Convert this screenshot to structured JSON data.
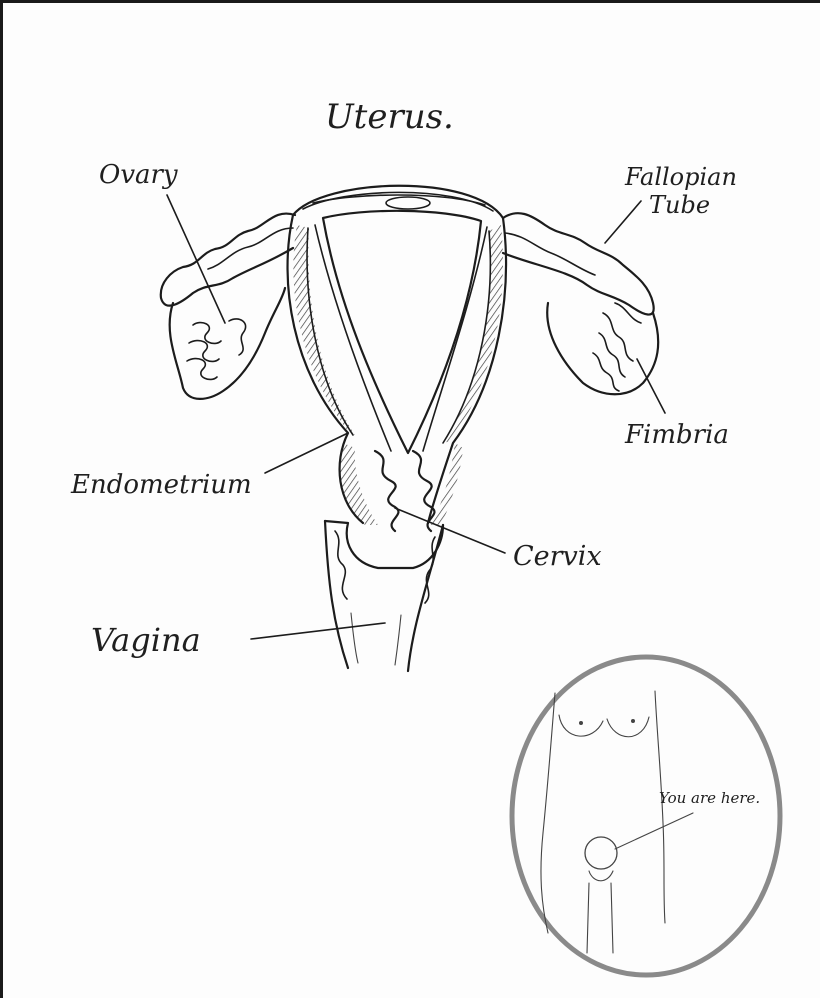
{
  "diagram": {
    "title": "Uterus.",
    "labels": {
      "ovary": "Ovary",
      "fallopian_tube_line1": "Fallopian",
      "fallopian_tube_line2": "Tube",
      "fimbria": "Fimbria",
      "endometrium": "Endometrium",
      "cervix": "Cervix",
      "vagina": "Vagina"
    },
    "inset": {
      "caption": "You are here."
    }
  }
}
